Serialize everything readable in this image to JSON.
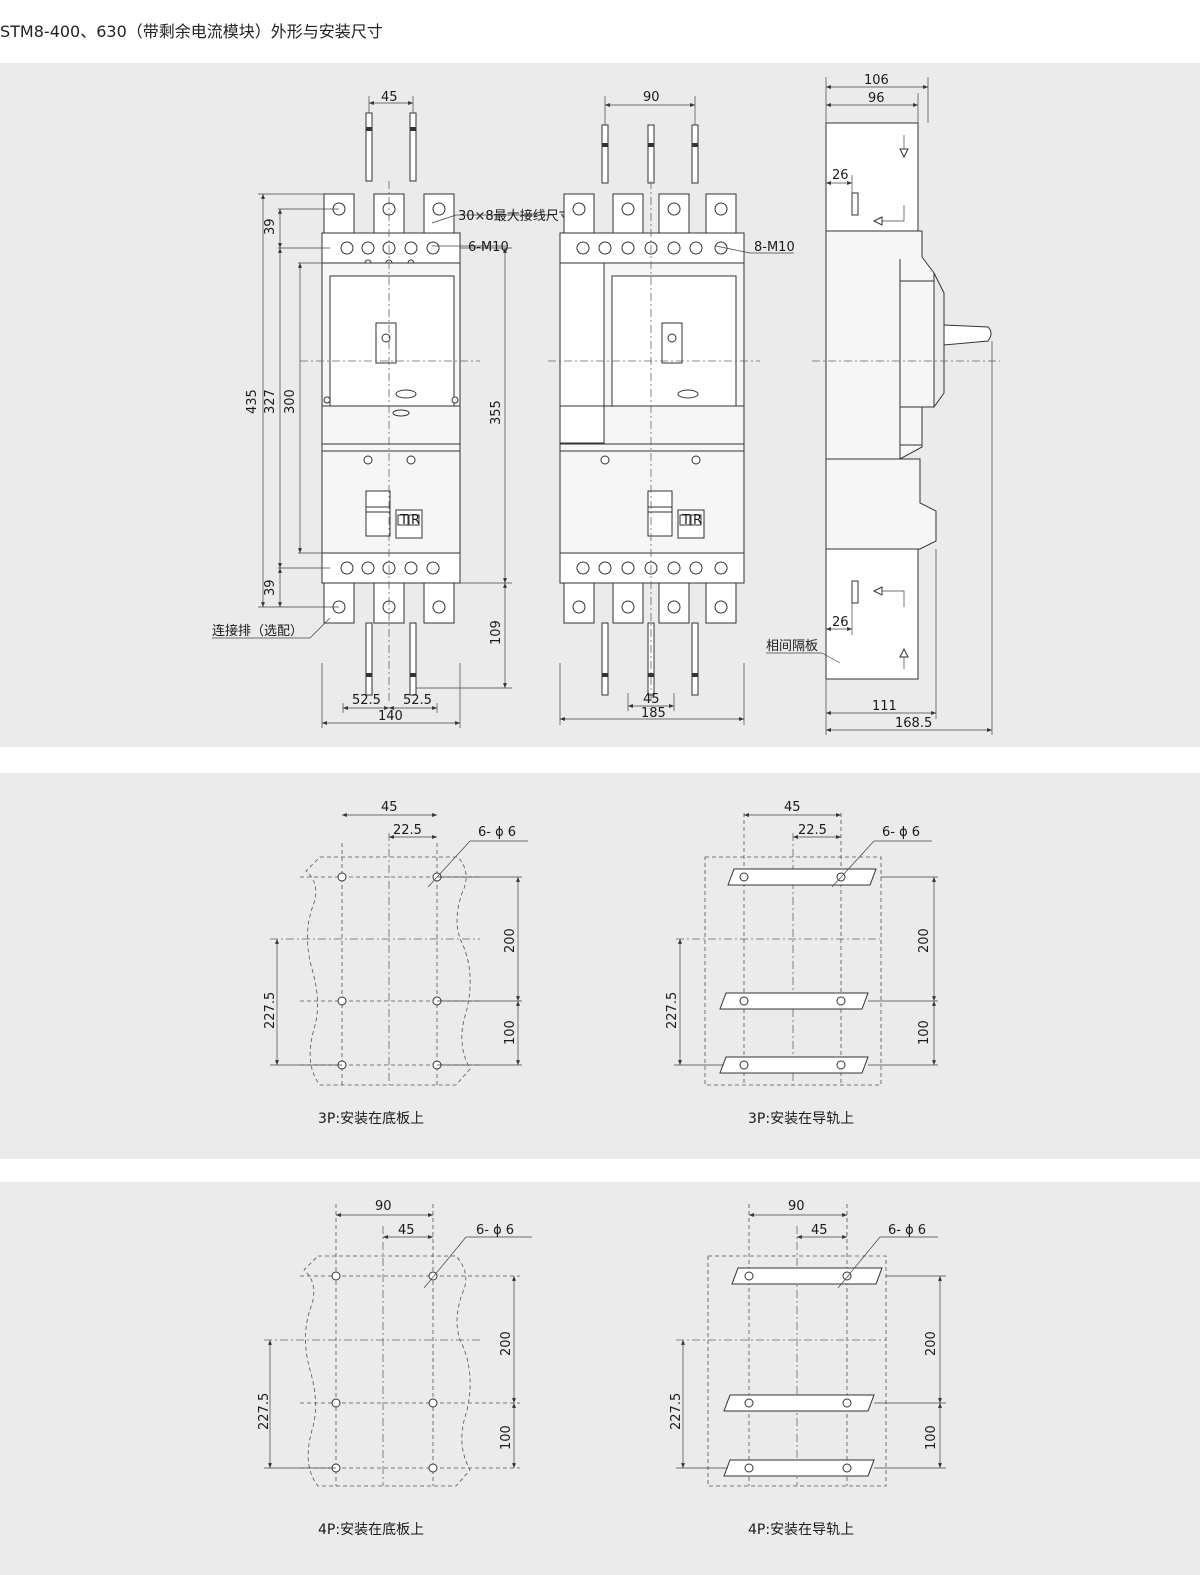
{
  "page": {
    "title": "STM8-400、630（带剩余电流模块）外形与安装尺寸"
  },
  "views": {
    "front_3p": {
      "dim_top": "45",
      "dim_39_top": "39",
      "dim_39_bottom": "39",
      "dim_435": "435",
      "dim_327": "327",
      "dim_300": "300",
      "dim_355": "355",
      "dim_109": "109",
      "dim_52_5_left": "52.5",
      "dim_52_5_right": "52.5",
      "dim_140": "140",
      "note_wire": "30×8最大接线尺寸",
      "note_screw": "6-M10",
      "note_busbar": "连接排（选配）",
      "tr_t": "T",
      "tr_r": "R"
    },
    "front_4p": {
      "dim_90": "90",
      "note_screw": "8-M10",
      "dim_45": "45",
      "dim_185": "185",
      "tr_t": "T",
      "tr_r": "R"
    },
    "side": {
      "dim_106": "106",
      "dim_96": "96",
      "dim_26_top": "26",
      "dim_26_bottom": "26",
      "note_barrier": "相间隔板",
      "dim_111": "111",
      "dim_168_5": "168.5"
    }
  },
  "mounting": {
    "p3_base": {
      "dim_45": "45",
      "dim_22_5": "22.5",
      "holes": "6- ϕ 6",
      "dim_200": "200",
      "dim_227_5": "227.5",
      "dim_100": "100",
      "caption": "3P:安装在底板上"
    },
    "p3_rail": {
      "dim_45": "45",
      "dim_22_5": "22.5",
      "holes": "6- ϕ 6",
      "dim_200": "200",
      "dim_227_5": "227.5",
      "dim_100": "100",
      "caption": "3P:安装在导轨上"
    },
    "p4_base": {
      "dim_90": "90",
      "dim_45": "45",
      "holes": "6- ϕ 6",
      "dim_200": "200",
      "dim_227_5": "227.5",
      "dim_100": "100",
      "caption": "4P:安装在底板上"
    },
    "p4_rail": {
      "dim_90": "90",
      "dim_45": "45",
      "holes": "6- ϕ 6",
      "dim_200": "200",
      "dim_227_5": "227.5",
      "dim_100": "100",
      "caption": "4P:安装在导轨上"
    }
  },
  "colors": {
    "panel_bg": "#ebebeb",
    "line": "#333333"
  }
}
